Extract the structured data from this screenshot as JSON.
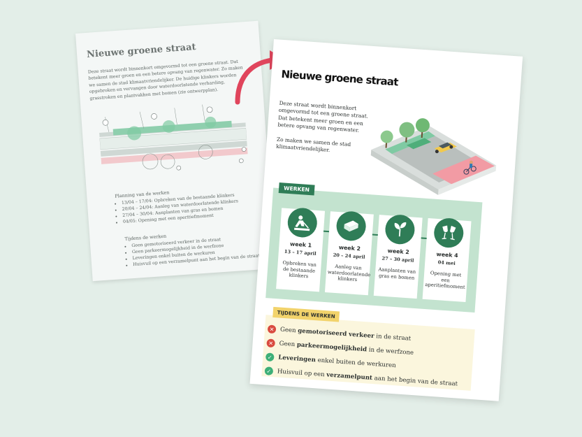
{
  "before_page": {
    "title": "Nieuwe groene straat",
    "intro": "Deze straat wordt binnenkort omgevormd tot een groene straat. Dat betekent meer groen en een betere opvang van regenwater. Zo maken we samen de stad klimaatvriendelijker. De huidige klinkers worden opgebroken en vervangen door waterdoorlatende verharding, grasstroken en plantvakken met bomen (zie ontwerpplan).",
    "planning_heading": "Planning van de werken",
    "planning_items": [
      "13/04 – 17/04: Opbreken van de bestaande klinkers",
      "20/04 – 24/04: Aanleg van waterdoorlatende klinkers",
      "27/04 – 30/04: Aanplanten van gras en bomen",
      "04/05: Opening met een aperitiefmoment"
    ],
    "during_heading": "Tijdens de werken",
    "during_items": [
      "Geen gemotoriseerd verkeer in de straat",
      "Geen parkeermogelijkheid in de werfzone",
      "Leveringen enkel buiten de werkuren",
      "Huisvuil op een verzamelpunt aan het begin van de straat"
    ]
  },
  "after_page": {
    "title": "Nieuwe groene straat",
    "intro_1": "Deze straat wordt binnenkort omgevormd tot een groene straat. Dat betekent meer groen en een betere opvang van regenwater.",
    "intro_2": "Zo maken we samen de stad klimaatvriendelijker.",
    "works_label": "WERKEN",
    "weeks": [
      {
        "icon": "worker-digging-icon",
        "title": "week 1",
        "date": "13 – 17 april",
        "desc": "Opbreken van de bestaande klinkers"
      },
      {
        "icon": "paving-stone-icon",
        "title": "week 2",
        "date": "20 – 24 april",
        "desc": "Aanleg van waterdoorlatende klinkers"
      },
      {
        "icon": "sprout-icon",
        "title": "week 2",
        "date": "27 – 30 april",
        "desc": "Aanplanten van gras en bomen"
      },
      {
        "icon": "champagne-glasses-icon",
        "title": "week 4",
        "date": "04 mei",
        "desc": "Opening met een aperitiefmoment"
      }
    ],
    "during_label": "TIJDENS DE WERKEN",
    "rules": [
      {
        "status": "no",
        "pre": "Geen ",
        "bold": "gemotoriseerd verkeer",
        "post": " in de straat"
      },
      {
        "status": "no",
        "pre": "Geen ",
        "bold": "parkeermogelijkheid",
        "post": " in de werfzone"
      },
      {
        "status": "yes",
        "pre": "",
        "bold": "Leveringen",
        "post": " enkel buiten de werkuren"
      },
      {
        "status": "yes",
        "pre": "Huisvuil op een ",
        "bold": "verzamelpunt",
        "post": " aan het begin van de straat"
      }
    ]
  },
  "colors": {
    "background": "#e3eee8",
    "accent_green": "#2f7d57",
    "panel_green": "#c3e3cf",
    "arrow": "#e0455c",
    "highlight_yellow": "#f2d36b",
    "no_red": "#d94b3f",
    "yes_green": "#3daf78"
  }
}
